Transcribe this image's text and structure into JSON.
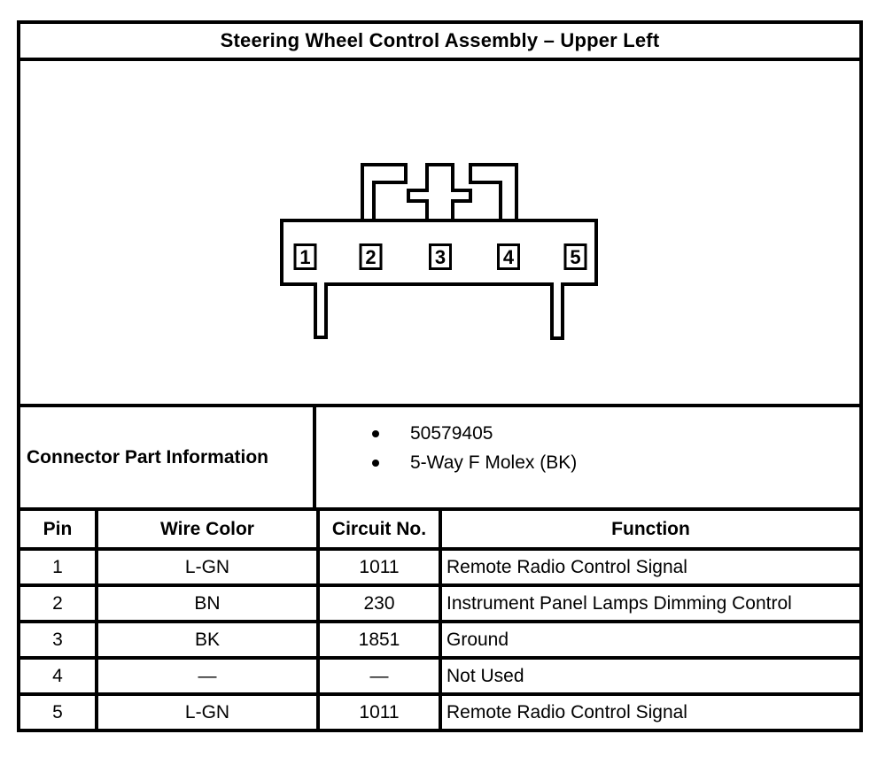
{
  "title": "Steering Wheel Control Assembly – Upper Left",
  "diagram": {
    "pin_labels": [
      "1",
      "2",
      "3",
      "4",
      "5"
    ]
  },
  "connector_info": {
    "label": "Connector Part Information",
    "items": [
      "50579405",
      "5-Way F Molex (BK)"
    ]
  },
  "pin_table": {
    "headers": [
      "Pin",
      "Wire Color",
      "Circuit No.",
      "Function"
    ],
    "rows": [
      {
        "pin": "1",
        "wire_color": "L-GN",
        "circuit_no": "1011",
        "function": "Remote Radio Control Signal"
      },
      {
        "pin": "2",
        "wire_color": "BN",
        "circuit_no": "230",
        "function": "Instrument Panel Lamps Dimming Control"
      },
      {
        "pin": "3",
        "wire_color": "BK",
        "circuit_no": "1851",
        "function": "Ground"
      },
      {
        "pin": "4",
        "wire_color": "—",
        "circuit_no": "—",
        "function": "Not Used"
      },
      {
        "pin": "5",
        "wire_color": "L-GN",
        "circuit_no": "1011",
        "function": "Remote Radio Control Signal"
      }
    ]
  },
  "colors": {
    "ink": "#000000",
    "paper": "#ffffff"
  }
}
